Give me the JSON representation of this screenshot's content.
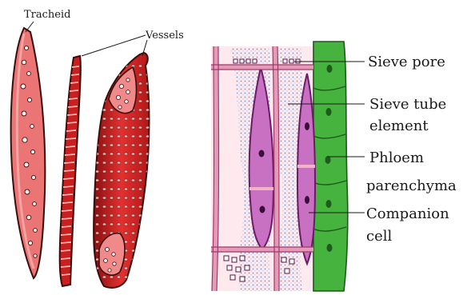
{
  "labels": {
    "tracheid": "Tracheid",
    "vessels": "Vessels",
    "sieve_pore": "Sieve pore",
    "sieve_tube_line1": "Sieve tube",
    "sieve_tube_line2": "element",
    "phloem_line1": "Phloem",
    "phloem_line2": "parenchyma",
    "companion_line1": "Companion",
    "companion_line2": "cell"
  },
  "colors": {
    "tracheid_fill": "#e86a6a",
    "vessel_fill": "#d42a2a",
    "outline": "#3a0d0d",
    "sieve_cell": "#c66bc0",
    "sieve_wall": "#f3b3c6",
    "phloem_cyto": "#8fb0d8",
    "companion_green": "#3fae3a"
  }
}
